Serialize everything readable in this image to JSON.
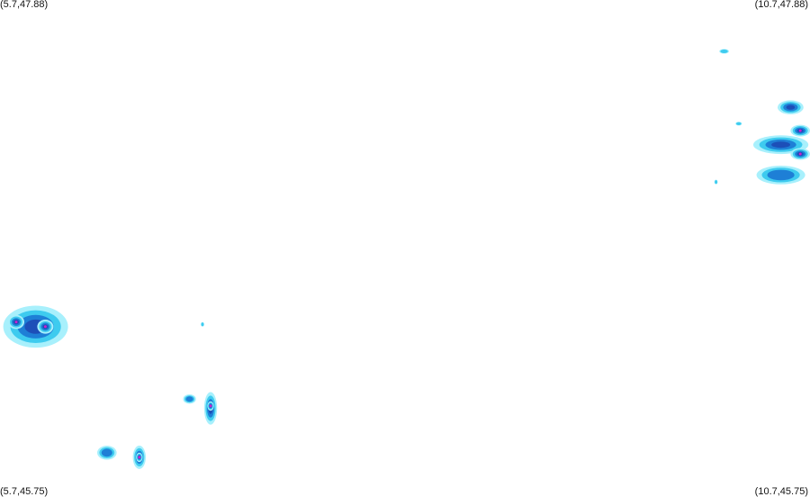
{
  "corners": {
    "top_left": "(5.7,47.88)",
    "top_right": "(10.7,47.88)",
    "bottom_left": "(5.7,45.75)",
    "bottom_right": "(10.7,45.75)"
  },
  "bounds": {
    "lon_min": 5.7,
    "lon_max": 10.7,
    "lat_min": 45.75,
    "lat_max": 47.88
  },
  "colors": {
    "light": "#a8f0fc",
    "mid": "#3ecbef",
    "blue": "#1e7fd6",
    "dark": "#1d4fb8",
    "core": "#cc22cc"
  },
  "cells": [
    {
      "name": "cell-far-northeast-small",
      "lon": 10.17,
      "lat": 47.66,
      "rx": 0.03,
      "ry": 0.01,
      "level": 1
    },
    {
      "name": "cell-east-north",
      "lon": 10.58,
      "lat": 47.42,
      "rx": 0.08,
      "ry": 0.03,
      "level": 3
    },
    {
      "name": "cell-east-upper-core",
      "lon": 10.64,
      "lat": 47.32,
      "rx": 0.06,
      "ry": 0.025,
      "level": 4
    },
    {
      "name": "cell-east-middle",
      "lon": 10.52,
      "lat": 47.26,
      "rx": 0.17,
      "ry": 0.04,
      "level": 3
    },
    {
      "name": "cell-east-lower-core",
      "lon": 10.64,
      "lat": 47.22,
      "rx": 0.06,
      "ry": 0.025,
      "level": 4
    },
    {
      "name": "cell-east-south",
      "lon": 10.52,
      "lat": 47.13,
      "rx": 0.15,
      "ry": 0.04,
      "level": 2
    },
    {
      "name": "cell-east-speck",
      "lon": 10.12,
      "lat": 47.1,
      "rx": 0.01,
      "ry": 0.01,
      "level": 1
    },
    {
      "name": "cell-east-dot",
      "lon": 10.26,
      "lat": 47.35,
      "rx": 0.02,
      "ry": 0.008,
      "level": 1
    },
    {
      "name": "cell-west-main",
      "lon": 5.92,
      "lat": 46.48,
      "rx": 0.2,
      "ry": 0.09,
      "level": 3
    },
    {
      "name": "cell-west-core-a",
      "lon": 5.8,
      "lat": 46.5,
      "rx": 0.05,
      "ry": 0.03,
      "level": 4
    },
    {
      "name": "cell-west-core-b",
      "lon": 5.98,
      "lat": 46.48,
      "rx": 0.05,
      "ry": 0.03,
      "level": 4
    },
    {
      "name": "cell-west-speck",
      "lon": 6.95,
      "lat": 46.49,
      "rx": 0.01,
      "ry": 0.01,
      "level": 1
    },
    {
      "name": "cell-south-a",
      "lon": 6.87,
      "lat": 46.17,
      "rx": 0.04,
      "ry": 0.02,
      "level": 2
    },
    {
      "name": "cell-south-b",
      "lon": 7.0,
      "lat": 46.13,
      "rx": 0.04,
      "ry": 0.07,
      "level": 3
    },
    {
      "name": "cell-south-b-core",
      "lon": 7.0,
      "lat": 46.14,
      "rx": 0.02,
      "ry": 0.02,
      "level": 4
    },
    {
      "name": "cell-south-c",
      "lon": 6.36,
      "lat": 45.94,
      "rx": 0.06,
      "ry": 0.03,
      "level": 2
    },
    {
      "name": "cell-south-d",
      "lon": 6.56,
      "lat": 45.92,
      "rx": 0.04,
      "ry": 0.05,
      "level": 3
    },
    {
      "name": "cell-south-d-core",
      "lon": 6.56,
      "lat": 45.92,
      "rx": 0.02,
      "ry": 0.02,
      "level": 4
    }
  ]
}
